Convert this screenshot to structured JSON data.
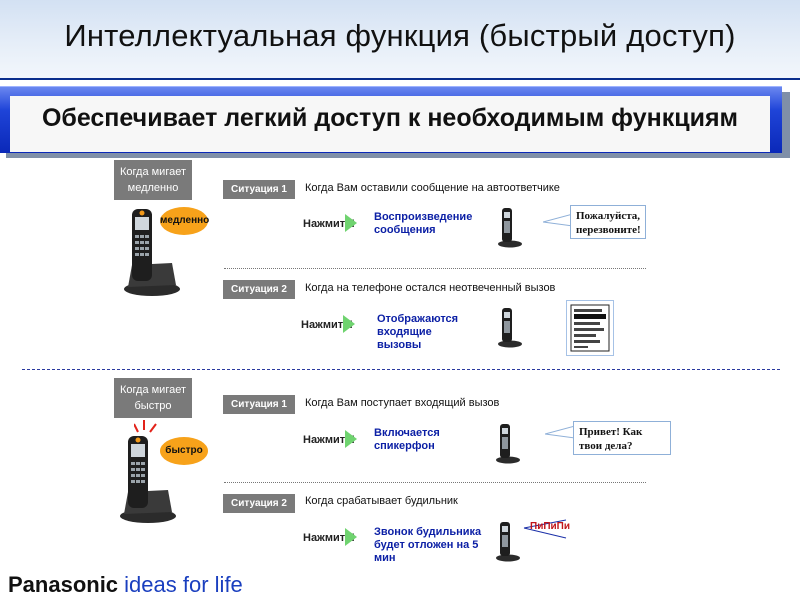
{
  "header": {
    "title": "Интеллектуальная функция (быстрый доступ)"
  },
  "banner": {
    "text": "Обеспечивает легкий доступ к необходимым функциям"
  },
  "slow_section": {
    "when": "Когда мигает медленно",
    "speed_label": "медленно",
    "situations": [
      {
        "badge": "Ситуация 1",
        "desc": "Когда Вам оставили сообщение на автоответчике",
        "press": "Нажмите!",
        "action": "Воспроизведение сообщения",
        "bubble": "Пожалуйста, перезвоните!"
      },
      {
        "badge": "Ситуация 2",
        "desc": "Когда на телефоне остался неотвеченный вызов",
        "press": "Нажмите!",
        "action": "Отображаются входящие вызовы"
      }
    ]
  },
  "fast_section": {
    "when": "Когда мигает быстро",
    "speed_label": "быстро",
    "situations": [
      {
        "badge": "Ситуация 1",
        "desc": "Когда Вам поступает входящий вызов",
        "press": "Нажмите!",
        "action": "Включается спикерфон",
        "bubble": "Привет! Как твои дела?"
      },
      {
        "badge": "Ситуация 2",
        "desc": "Когда срабатывает будильник",
        "press": "Нажмите!",
        "action": "Звонок будильника будет отложен на 5 мин",
        "ring": "ПиПиПи"
      }
    ]
  },
  "footer": {
    "brand": "Panasonic",
    "tagline": "ideas for life"
  },
  "colors": {
    "accent_blue": "#1f44d8",
    "badge_gray": "#7a7a7a",
    "oval_orange": "#f7a21a",
    "ring_red": "#c0151a"
  }
}
